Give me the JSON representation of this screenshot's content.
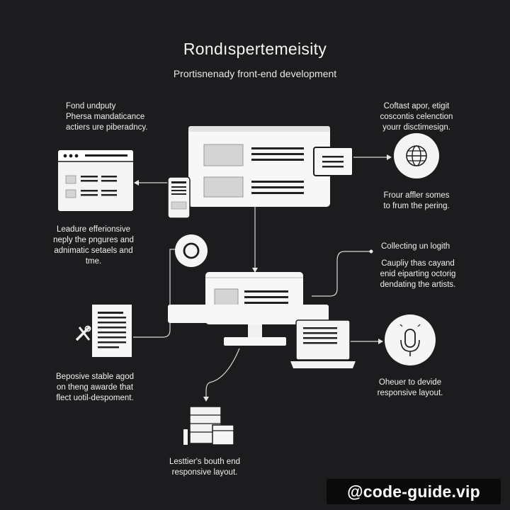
{
  "title": "Rondıspertemeisity",
  "subtitle": "Prortisnenady front-end development",
  "notes": {
    "top_left": [
      "Fond undputy",
      "Phersa mandaticance",
      "actiers ure piberadncy."
    ],
    "top_right": [
      "Coftast apor, etigit",
      "coscontis celenction",
      "yourr disctimesign."
    ],
    "mid_right": [
      "Frour affler somes",
      "to frum the pering."
    ],
    "mid_left": [
      "Leadure efferionsive",
      "neply the pngures and",
      "adnimatic setaels and",
      "tme."
    ],
    "collecting": [
      "Collecting un logith"
    ],
    "right_lower": [
      "Caupliy thas cayand",
      "enid eiparting octorig",
      "dendating the artists."
    ],
    "bottom_left": [
      "Beposive stable agod",
      "on theng awarde that",
      "flect uotil-despoment."
    ],
    "bottom_right": [
      "Oheuer to devide",
      "responsive layout."
    ],
    "bottom_center": [
      "Lesttier's bouth end",
      "responsive layout."
    ]
  },
  "icons": {
    "globe": "globe-icon",
    "microphone": "microphone-icon",
    "target": "target-ring-icon",
    "document": "document-icon",
    "tools": "tools-icon",
    "boxes": "boxes-icon"
  },
  "watermark": "@code-guide.vip",
  "colors": {
    "background": "#1c1c1e",
    "foreground": "#ffffff",
    "placeholder": "#d9d9d9"
  }
}
